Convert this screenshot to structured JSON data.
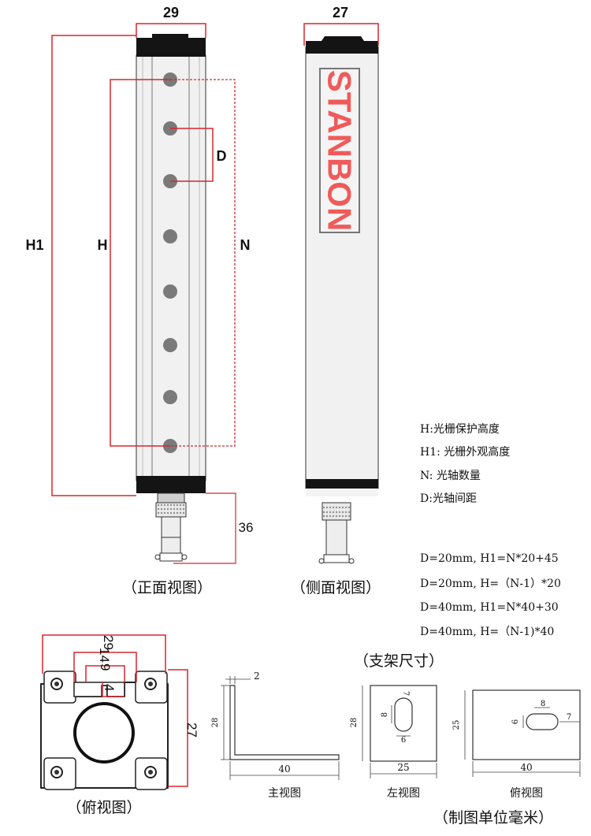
{
  "colors": {
    "dimension_red": "#d8262e",
    "brand_red": "#f05a5a",
    "body_gray": "#f1f1f1",
    "cap_black": "#141414",
    "led_gray": "#7a7a7a"
  },
  "front": {
    "width": "29",
    "h1": "H1",
    "h": "H",
    "d": "D",
    "n": "N",
    "connector": "36",
    "caption": "（正面视图）"
  },
  "side": {
    "width": "27",
    "brand": "STANBON",
    "caption": "（侧面视图）"
  },
  "legend": {
    "items": [
      "H:光栅保护高度",
      "H1: 光栅外观高度",
      "N: 光轴数量",
      "D:光轴间距"
    ]
  },
  "formulas": {
    "items": [
      "D=20mm, H1=N*20+45",
      "D=20mm, H=（N-1）*20",
      "D=40mm, H1=N*40+30",
      "D=40mm, H=（N-1)*40"
    ]
  },
  "top_view": {
    "dim_29": "29",
    "dim_14": "14",
    "dim_9": "9",
    "dim_4": "4",
    "dim_27": "27",
    "caption": "（俯视图）"
  },
  "bracket": {
    "title": "（支架尺寸）",
    "main": {
      "thickness": "2",
      "height": "28",
      "length": "40",
      "caption": "主视图"
    },
    "left": {
      "slot_top": "7",
      "slot_len": "8",
      "slot_w": "6",
      "height": "28",
      "width": "25",
      "caption": "左视图"
    },
    "top": {
      "slot_len": "8",
      "slot_w": "6",
      "edge": "7",
      "height": "25",
      "width": "40",
      "caption": "俯视图"
    }
  },
  "footer": "（制图单位毫米）"
}
